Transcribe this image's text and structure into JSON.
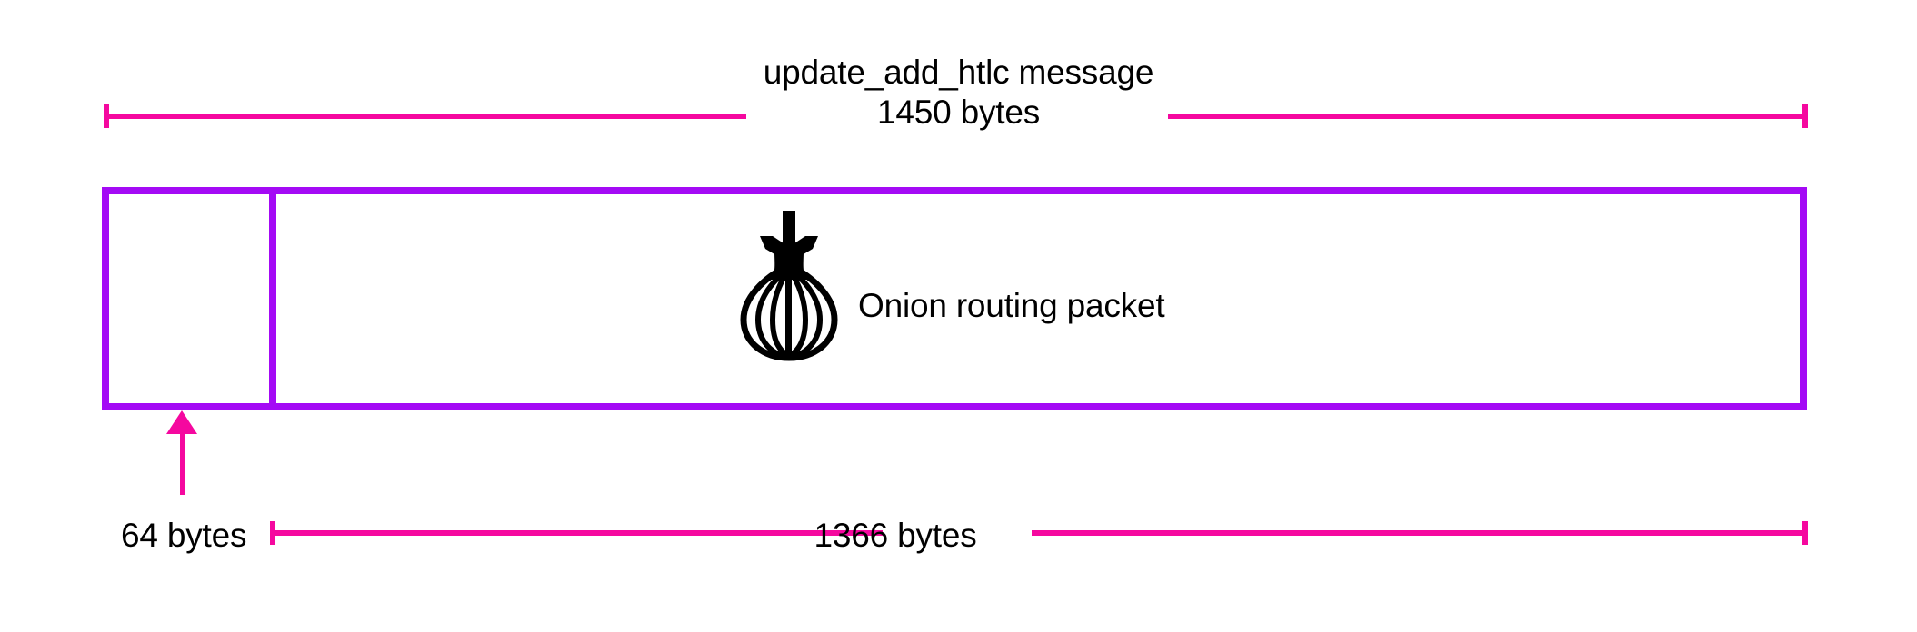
{
  "diagram": {
    "title_line1": "update_add_htlc message",
    "title_line2": "1450 bytes",
    "onion_caption": "Onion routing packet",
    "left_field_label": "64 bytes",
    "right_field_label": "1366 bytes",
    "icons": {
      "onion": "onion-icon"
    },
    "colors": {
      "packet_border": "#A40AF5",
      "dimension_line": "#F5089F",
      "text": "#000000",
      "background": "#FFFFFF"
    }
  },
  "chart_data": {
    "type": "bar",
    "title": "update_add_htlc message",
    "subtitle": "1450 bytes",
    "orientation": "horizontal-stacked",
    "unit": "bytes",
    "total": 1450,
    "categories": [
      "64 bytes",
      "1366 bytes"
    ],
    "values": [
      64,
      1366
    ],
    "segments": [
      {
        "label": "64 bytes",
        "bytes": 64,
        "annotation": "64 bytes",
        "callout": "arrow-up"
      },
      {
        "label": "1366 bytes",
        "bytes": 1366,
        "annotation": "Onion routing packet",
        "icon": "onion-icon"
      }
    ],
    "xlabel": "",
    "ylabel": "",
    "grid": false,
    "legend": "none"
  }
}
